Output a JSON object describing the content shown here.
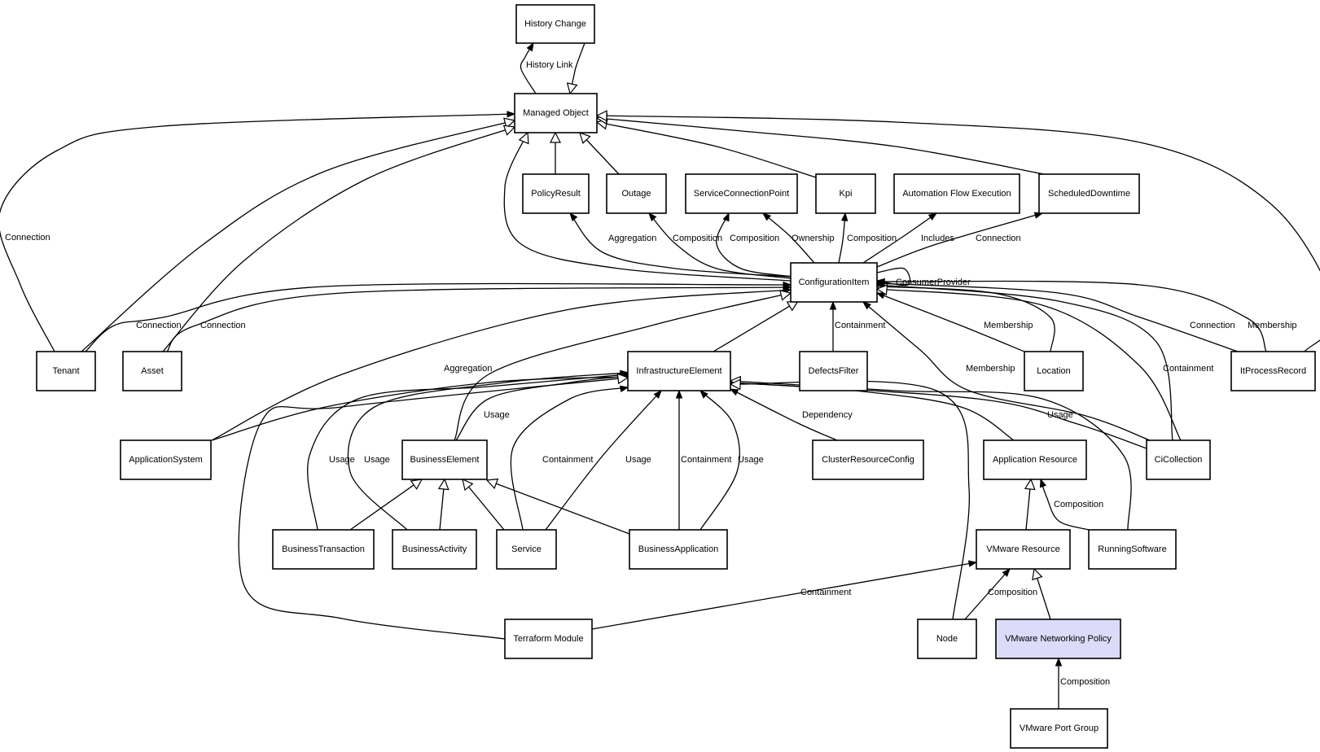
{
  "diagram": {
    "title": "Class relationship diagram",
    "highlight_color": "#dcdcfa",
    "nodes": [
      {
        "id": "history_change",
        "label": "History Change"
      },
      {
        "id": "managed_object",
        "label": "Managed Object"
      },
      {
        "id": "policy_result",
        "label": "PolicyResult"
      },
      {
        "id": "outage",
        "label": "Outage"
      },
      {
        "id": "service_connection_point",
        "label": "ServiceConnectionPoint"
      },
      {
        "id": "kpi",
        "label": "Kpi"
      },
      {
        "id": "automation_flow_execution",
        "label": "Automation Flow Execution"
      },
      {
        "id": "scheduled_downtime",
        "label": "ScheduledDowntime"
      },
      {
        "id": "configuration_item",
        "label": "ConfigurationItem"
      },
      {
        "id": "tenant",
        "label": "Tenant"
      },
      {
        "id": "asset",
        "label": "Asset"
      },
      {
        "id": "infrastructure_element",
        "label": "InfrastructureElement"
      },
      {
        "id": "defects_filter",
        "label": "DefectsFilter"
      },
      {
        "id": "location",
        "label": "Location"
      },
      {
        "id": "it_process_record",
        "label": "ItProcessRecord"
      },
      {
        "id": "application_system",
        "label": "ApplicationSystem"
      },
      {
        "id": "business_element",
        "label": "BusinessElement"
      },
      {
        "id": "cluster_resource_config",
        "label": "ClusterResourceConfig"
      },
      {
        "id": "application_resource",
        "label": "Application Resource"
      },
      {
        "id": "ci_collection",
        "label": "CiCollection"
      },
      {
        "id": "business_transaction",
        "label": "BusinessTransaction"
      },
      {
        "id": "business_activity",
        "label": "BusinessActivity"
      },
      {
        "id": "service",
        "label": "Service"
      },
      {
        "id": "business_application",
        "label": "BusinessApplication"
      },
      {
        "id": "vmware_resource",
        "label": "VMware Resource"
      },
      {
        "id": "running_software",
        "label": "RunningSoftware"
      },
      {
        "id": "terraform_module",
        "label": "Terraform Module"
      },
      {
        "id": "node",
        "label": "Node"
      },
      {
        "id": "vmware_networking_policy",
        "label": "VMware Networking Policy",
        "highlighted": true
      },
      {
        "id": "vmware_port_group",
        "label": "VMware Port Group"
      }
    ],
    "edges": [
      {
        "from": "managed_object",
        "to": "history_change",
        "type": "association",
        "label": "History Link"
      },
      {
        "from": "history_change",
        "to": "managed_object",
        "type": "inheritance",
        "label": ""
      },
      {
        "from": "tenant",
        "to": "managed_object",
        "type": "association",
        "label": "Connection"
      },
      {
        "from": "tenant",
        "to": "managed_object",
        "type": "inheritance",
        "label": ""
      },
      {
        "from": "asset",
        "to": "managed_object",
        "type": "inheritance",
        "label": ""
      },
      {
        "from": "configuration_item",
        "to": "managed_object",
        "type": "inheritance",
        "label": ""
      },
      {
        "from": "policy_result",
        "to": "managed_object",
        "type": "inheritance",
        "label": ""
      },
      {
        "from": "outage",
        "to": "managed_object",
        "type": "inheritance",
        "label": ""
      },
      {
        "from": "kpi",
        "to": "managed_object",
        "type": "inheritance",
        "label": ""
      },
      {
        "from": "scheduled_downtime",
        "to": "managed_object",
        "type": "inheritance",
        "label": ""
      },
      {
        "from": "it_process_record",
        "to": "managed_object",
        "type": "inheritance",
        "label": ""
      },
      {
        "from": "configuration_item",
        "to": "policy_result",
        "type": "association",
        "label": "Aggregation"
      },
      {
        "from": "configuration_item",
        "to": "outage",
        "type": "association",
        "label": "Composition"
      },
      {
        "from": "configuration_item",
        "to": "service_connection_point",
        "type": "association",
        "label": "Composition"
      },
      {
        "from": "configuration_item",
        "to": "service_connection_point",
        "type": "association",
        "label": "Ownership"
      },
      {
        "from": "configuration_item",
        "to": "kpi",
        "type": "association",
        "label": "Composition"
      },
      {
        "from": "configuration_item",
        "to": "automation_flow_execution",
        "type": "association",
        "label": "Includes"
      },
      {
        "from": "configuration_item",
        "to": "scheduled_downtime",
        "type": "association",
        "label": "Connection"
      },
      {
        "from": "configuration_item",
        "to": "configuration_item",
        "type": "association",
        "label": "ConsumerProvider"
      },
      {
        "from": "tenant",
        "to": "configuration_item",
        "type": "association",
        "label": "Connection"
      },
      {
        "from": "asset",
        "to": "configuration_item",
        "type": "association",
        "label": "Connection"
      },
      {
        "from": "application_system",
        "to": "configuration_item",
        "type": "association",
        "label": "Aggregation"
      },
      {
        "from": "business_element",
        "to": "configuration_item",
        "type": "inheritance",
        "label": ""
      },
      {
        "from": "infrastructure_element",
        "to": "configuration_item",
        "type": "inheritance",
        "label": ""
      },
      {
        "from": "defects_filter",
        "to": "configuration_item",
        "type": "association",
        "label": "Containment"
      },
      {
        "from": "location",
        "to": "configuration_item",
        "type": "association",
        "label": "Membership"
      },
      {
        "from": "location",
        "to": "configuration_item",
        "type": "inheritance",
        "label": ""
      },
      {
        "from": "ci_collection",
        "to": "configuration_item",
        "type": "association",
        "label": "Membership"
      },
      {
        "from": "ci_collection",
        "to": "configuration_item",
        "type": "association",
        "label": "Containment"
      },
      {
        "from": "ci_collection",
        "to": "configuration_item",
        "type": "inheritance",
        "label": ""
      },
      {
        "from": "it_process_record",
        "to": "configuration_item",
        "type": "association",
        "label": "Connection"
      },
      {
        "from": "it_process_record",
        "to": "configuration_item",
        "type": "association",
        "label": "Membership"
      },
      {
        "from": "application_system",
        "to": "infrastructure_element",
        "type": "association",
        "label": ""
      },
      {
        "from": "business_element",
        "to": "infrastructure_element",
        "type": "association",
        "label": "Usage"
      },
      {
        "from": "business_transaction",
        "to": "infrastructure_element",
        "type": "association",
        "label": "Usage"
      },
      {
        "from": "business_activity",
        "to": "infrastructure_element",
        "type": "association",
        "label": "Usage"
      },
      {
        "from": "terraform_module",
        "to": "infrastructure_element",
        "type": "inheritance",
        "label": ""
      },
      {
        "from": "service",
        "to": "infrastructure_element",
        "type": "association",
        "label": "Containment"
      },
      {
        "from": "service",
        "to": "infrastructure_element",
        "type": "association",
        "label": "Usage"
      },
      {
        "from": "business_application",
        "to": "infrastructure_element",
        "type": "association",
        "label": "Containment"
      },
      {
        "from": "business_application",
        "to": "infrastructure_element",
        "type": "association",
        "label": "Usage"
      },
      {
        "from": "cluster_resource_config",
        "to": "infrastructure_element",
        "type": "association",
        "label": "Dependency"
      },
      {
        "from": "application_resource",
        "to": "infrastructure_element",
        "type": "inheritance",
        "label": ""
      },
      {
        "from": "ci_collection",
        "to": "infrastructure_element",
        "type": "association",
        "label": "Usage"
      },
      {
        "from": "running_software",
        "to": "infrastructure_element",
        "type": "inheritance",
        "label": ""
      },
      {
        "from": "node",
        "to": "infrastructure_element",
        "type": "inheritance",
        "label": ""
      },
      {
        "from": "business_transaction",
        "to": "business_element",
        "type": "inheritance",
        "label": ""
      },
      {
        "from": "business_activity",
        "to": "business_element",
        "type": "inheritance",
        "label": ""
      },
      {
        "from": "service",
        "to": "business_element",
        "type": "inheritance",
        "label": ""
      },
      {
        "from": "business_application",
        "to": "business_element",
        "type": "inheritance",
        "label": ""
      },
      {
        "from": "vmware_resource",
        "to": "application_resource",
        "type": "inheritance",
        "label": ""
      },
      {
        "from": "running_software",
        "to": "application_resource",
        "type": "association",
        "label": "Composition"
      },
      {
        "from": "terraform_module",
        "to": "vmware_resource",
        "type": "association",
        "label": "Containment"
      },
      {
        "from": "node",
        "to": "vmware_resource",
        "type": "association",
        "label": "Composition"
      },
      {
        "from": "vmware_networking_policy",
        "to": "vmware_resource",
        "type": "inheritance",
        "label": ""
      },
      {
        "from": "vmware_port_group",
        "to": "vmware_networking_policy",
        "type": "association",
        "label": "Composition"
      }
    ]
  }
}
